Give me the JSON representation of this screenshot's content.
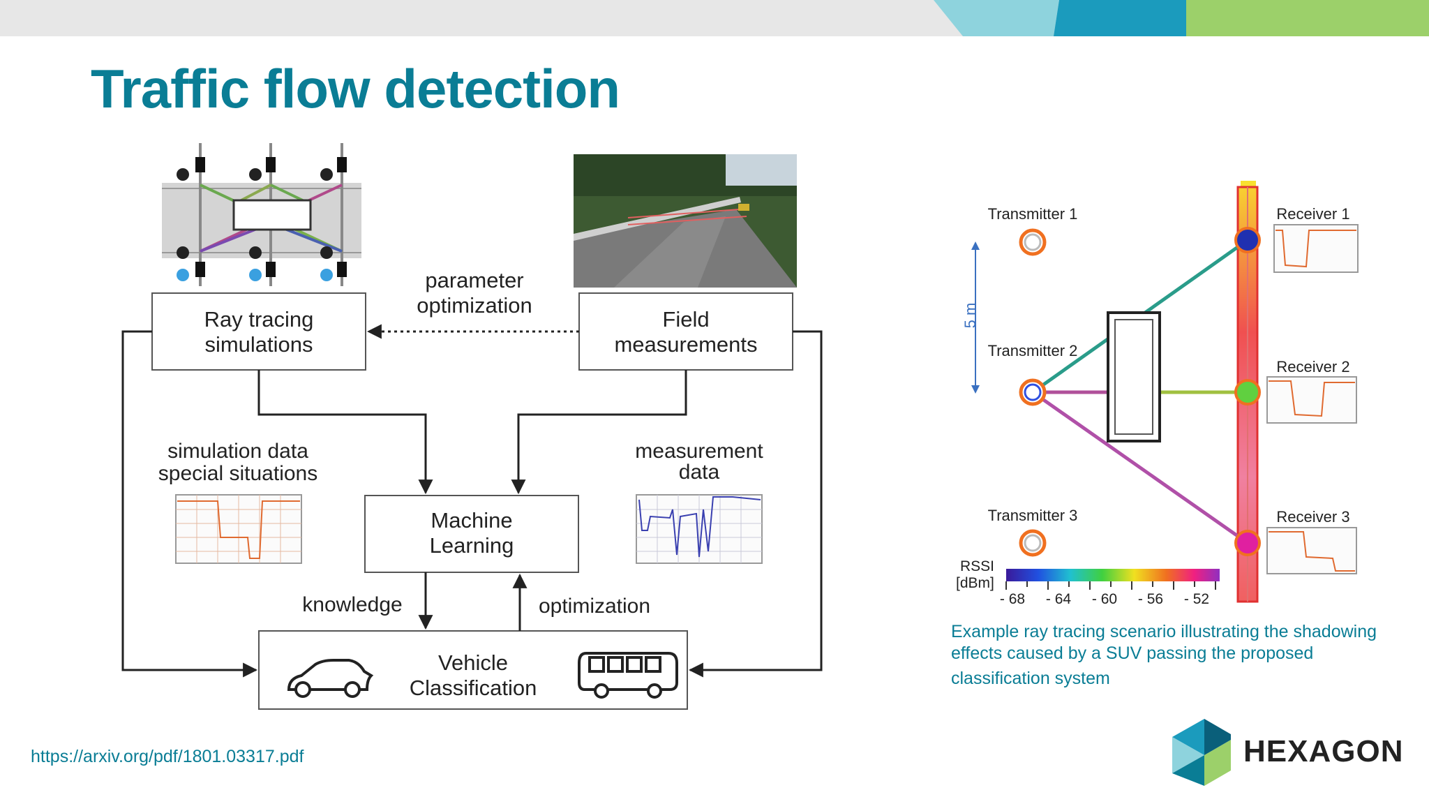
{
  "slide": {
    "title": "Traffic flow detection",
    "url": "https://arxiv.org/pdf/1801.03317.pdf",
    "brand": "HEXAGON",
    "accent_color": "#0a7d95"
  },
  "flowchart": {
    "ray_tracing": [
      "Ray tracing",
      "simulations"
    ],
    "field": [
      "Field",
      "measurements"
    ],
    "parameter_opt": [
      "parameter",
      "optimization"
    ],
    "sim_data": [
      "simulation data",
      "special situations"
    ],
    "meas_data": [
      "measurement",
      "data"
    ],
    "ml": [
      "Machine",
      "Learning"
    ],
    "knowledge": "knowledge",
    "optimization": "optimization",
    "vehicle": [
      "Vehicle",
      "Classification"
    ]
  },
  "scenario": {
    "transmitters": [
      "Transmitter 1",
      "Transmitter 2",
      "Transmitter 3"
    ],
    "receivers": [
      "Receiver 1",
      "Receiver 2",
      "Receiver 3"
    ],
    "distance": "5 m",
    "rssi_label": [
      "RSSI",
      "[dBm]"
    ],
    "rssi_ticks": [
      "- 68",
      "- 64",
      "- 60",
      "- 56",
      "- 52"
    ],
    "caption": [
      "Example ray tracing scenario illustrating the shadowing",
      "effects caused by a SUV passing the proposed",
      "classification system"
    ]
  }
}
